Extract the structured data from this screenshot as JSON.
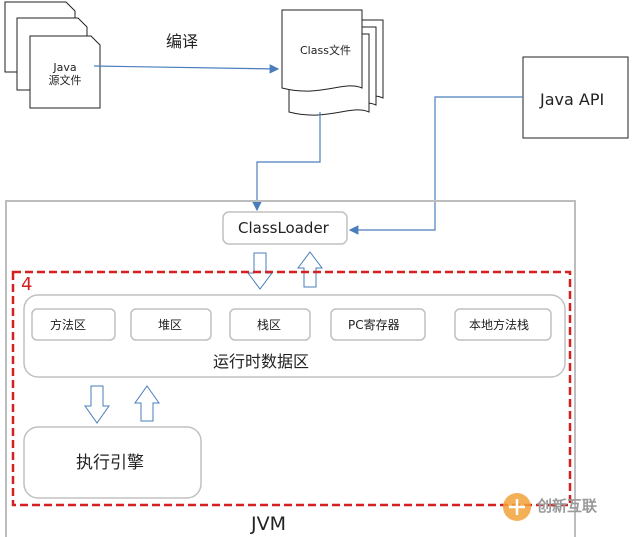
{
  "diagram": {
    "java_source_label": "Java\n源文件",
    "compile_label": "编译",
    "class_file_label": "Class文件",
    "java_api_label": "Java API",
    "classloader_label": "ClassLoader",
    "step_number": "4",
    "regions": [
      "方法区",
      "堆区",
      "栈区",
      "PC寄存器",
      "本地方法栈"
    ],
    "runtime_data_area_label": "运行时数据区",
    "execution_engine_label": "执行引擎",
    "jvm_label": "JVM",
    "watermark_text": "创新互联"
  },
  "colors": {
    "arrow": "#4a7ebb",
    "box_border": "#c0c0c0",
    "highlight": "#d42020"
  }
}
